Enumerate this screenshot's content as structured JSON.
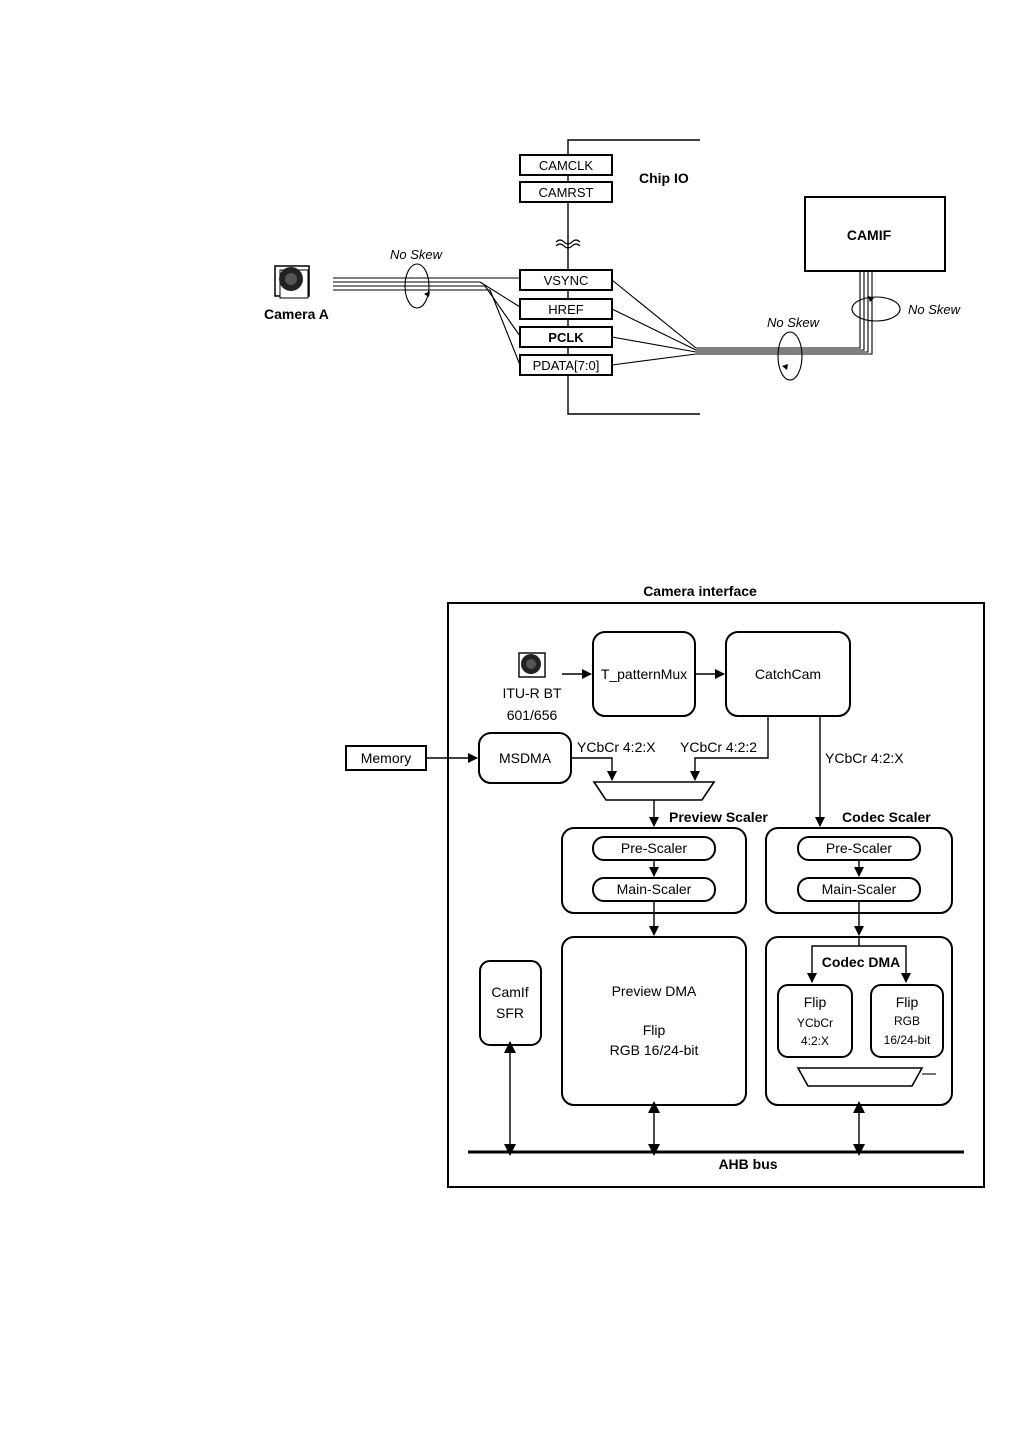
{
  "io_diagram": {
    "pins": [
      "CAMCLK",
      "CAMRST",
      "VSYNC",
      "HREF",
      "PCLK",
      "PDATA[7:0]"
    ],
    "chip_io_label": "Chip IO",
    "camif_label": "CAMIF",
    "camera_label": "Camera A",
    "skew_labels": [
      "No Skew",
      "No Skew",
      "No Skew"
    ]
  },
  "block_diagram": {
    "title": "Camera interface",
    "source_label_1": "ITU-R BT",
    "source_label_2": "601/656",
    "pattern_mux": "T_patternMux",
    "catch_cam": "CatchCam",
    "memory": "Memory",
    "msdma": "MSDMA",
    "ycbcr_42x_left": "YCbCr 4:2:X",
    "ycbcr_422": "YCbCr 4:2:2",
    "ycbcr_42x_right": "YCbCr 4:2:X",
    "preview_scaler": "Preview Scaler",
    "codec_scaler": "Codec Scaler",
    "pre_scaler_left": "Pre-Scaler",
    "main_scaler_left": "Main-Scaler",
    "pre_scaler_right": "Pre-Scaler",
    "main_scaler_right": "Main-Scaler",
    "camif_sfr_1": "CamIf",
    "camif_sfr_2": "SFR",
    "preview_dma_1": "Preview DMA",
    "preview_dma_2": "Flip",
    "preview_dma_3": "RGB 16/24-bit",
    "codec_dma": "Codec DMA",
    "flip_ycbcr_1": "Flip",
    "flip_ycbcr_2": "YCbCr",
    "flip_ycbcr_3": "4:2:X",
    "flip_rgb_1": "Flip",
    "flip_rgb_2": "RGB",
    "flip_rgb_3": "16/24-bit",
    "ahb_bus": "AHB bus"
  }
}
